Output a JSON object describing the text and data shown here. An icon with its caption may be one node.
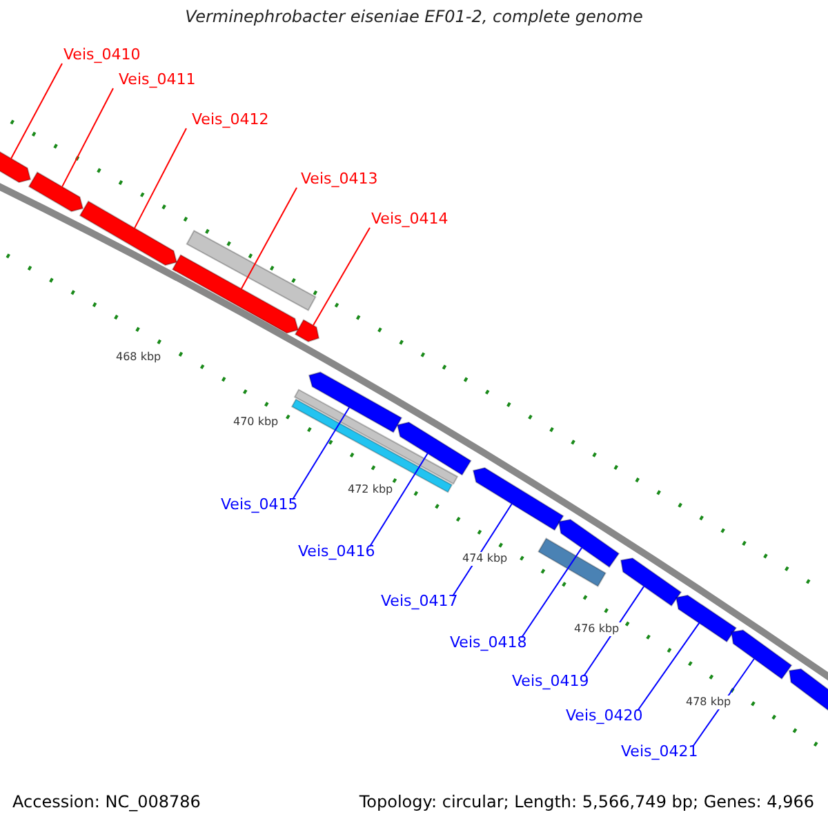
{
  "diagram": {
    "title": "Verminephrobacter eiseniae EF01-2, complete genome",
    "nodes": [
      {
        "text": [
          "Veis_0410"
        ]
      },
      {
        "text": [
          "Veis_0411"
        ]
      },
      {
        "text": [
          "Veis_0412"
        ]
      },
      {
        "text": [
          "Veis_0413"
        ]
      },
      {
        "text": [
          "Veis_0414"
        ]
      },
      {
        "text": [],
        "shape": "box"
      },
      {
        "text": [],
        "shape": "box"
      },
      {
        "text": [],
        "shape": "box"
      },
      {
        "text": [],
        "shape": "box"
      },
      {
        "text": [],
        "shape": "box"
      },
      {
        "text": [
          "Veis_0415"
        ]
      },
      {
        "text": [
          "Veis_0416"
        ]
      },
      {
        "text": [
          "Veis_0417"
        ]
      },
      {
        "text": [
          "Veis_0418"
        ]
      },
      {
        "text": [
          "Veis_0419"
        ]
      },
      {
        "text": [
          "Veis_0420"
        ]
      },
      {
        "text": [
          "Veis_0421"
        ]
      },
      {
        "text": [],
        "shape": "box"
      },
      {
        "text": [],
        "shape": "box"
      },
      {
        "text": [],
        "shape": "box"
      },
      {
        "text": [],
        "shape": "box"
      },
      {
        "text": [],
        "shape": "box"
      },
      {
        "text": [],
        "shape": "box"
      },
      {
        "text": [],
        "shape": "box"
      },
      {
        "text": [],
        "shape": "box"
      },
      {
        "text": [],
        "shape": "bar"
      },
      {
        "text": [],
        "shape": "bar"
      },
      {
        "text": [],
        "shape": "bar"
      },
      {
        "text": [],
        "shape": "bar"
      }
    ],
    "edges": [
      {
        "from": 0,
        "to": 5,
        "arrow": "none",
        "color": "#ff0000"
      },
      {
        "from": 1,
        "to": 6,
        "arrow": "none",
        "color": "#ff0000"
      },
      {
        "from": 2,
        "to": 7,
        "arrow": "none",
        "color": "#ff0000"
      },
      {
        "from": 3,
        "to": 8,
        "arrow": "none",
        "color": "#ff0000"
      },
      {
        "from": 4,
        "to": 9,
        "arrow": "none",
        "color": "#ff0000"
      },
      {
        "from": 10,
        "to": 17,
        "arrow": "none"
      },
      {
        "from": 11,
        "to": 18,
        "arrow": "none"
      },
      {
        "from": 12,
        "to": 19,
        "arrow": "none"
      },
      {
        "from": 13,
        "to": 20,
        "arrow": "none"
      },
      {
        "from": 14,
        "to": 21,
        "arrow": "none"
      },
      {
        "from": 15,
        "to": 22,
        "arrow": "none"
      },
      {
        "from": 16,
        "to": 23,
        "arrow": "none"
      }
    ],
    "labels": [
      "468 kbp",
      "470 kbp",
      "472 kbp",
      "474 kbp",
      "476 kbp",
      "478 kbp",
      "Accession: NC_008786",
      "Topology: circular; Length: 5,566,749 bp; Genes: 4,966"
    ]
  }
}
